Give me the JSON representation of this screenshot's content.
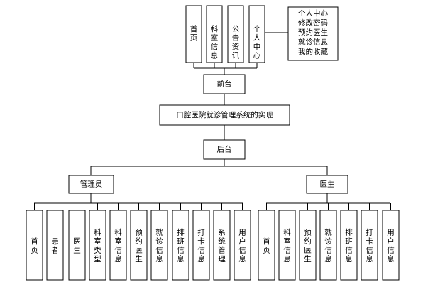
{
  "front": {
    "label": "前台",
    "modules": [
      {
        "id": "f-home",
        "label": "首页"
      },
      {
        "id": "f-dept",
        "label": "科室信息"
      },
      {
        "id": "f-news",
        "label": "公告资讯"
      },
      {
        "id": "f-personal",
        "label": "个人中心"
      }
    ],
    "personal_center_items": [
      "个人中心",
      "修改密码",
      "预约医生",
      "就诊信息",
      "我的收藏"
    ]
  },
  "system": {
    "label": "口腔医院就诊管理系统的实现"
  },
  "back": {
    "label": "后台"
  },
  "admin": {
    "label": "管理员",
    "modules": [
      {
        "id": "a-home",
        "label": "首页"
      },
      {
        "id": "a-patient",
        "label": "患者"
      },
      {
        "id": "a-doctor",
        "label": "医生"
      },
      {
        "id": "a-depttype",
        "label": "科室类型"
      },
      {
        "id": "a-deptinfo",
        "label": "科室信息"
      },
      {
        "id": "a-appoint",
        "label": "预约医生"
      },
      {
        "id": "a-visit",
        "label": "就诊信息"
      },
      {
        "id": "a-shift",
        "label": "排班信息"
      },
      {
        "id": "a-clock",
        "label": "打卡信息"
      },
      {
        "id": "a-sysmgmt",
        "label": "系统管理"
      },
      {
        "id": "a-users",
        "label": "用户信息"
      }
    ]
  },
  "doctor": {
    "label": "医生",
    "modules": [
      {
        "id": "d-home",
        "label": "首页"
      },
      {
        "id": "d-deptinfo",
        "label": "科室信息"
      },
      {
        "id": "d-appoint",
        "label": "预约医生"
      },
      {
        "id": "d-visit",
        "label": "就诊信息"
      },
      {
        "id": "d-shift",
        "label": "排班信息"
      },
      {
        "id": "d-clock",
        "label": "打卡信息"
      },
      {
        "id": "d-users",
        "label": "用户信息"
      }
    ]
  }
}
